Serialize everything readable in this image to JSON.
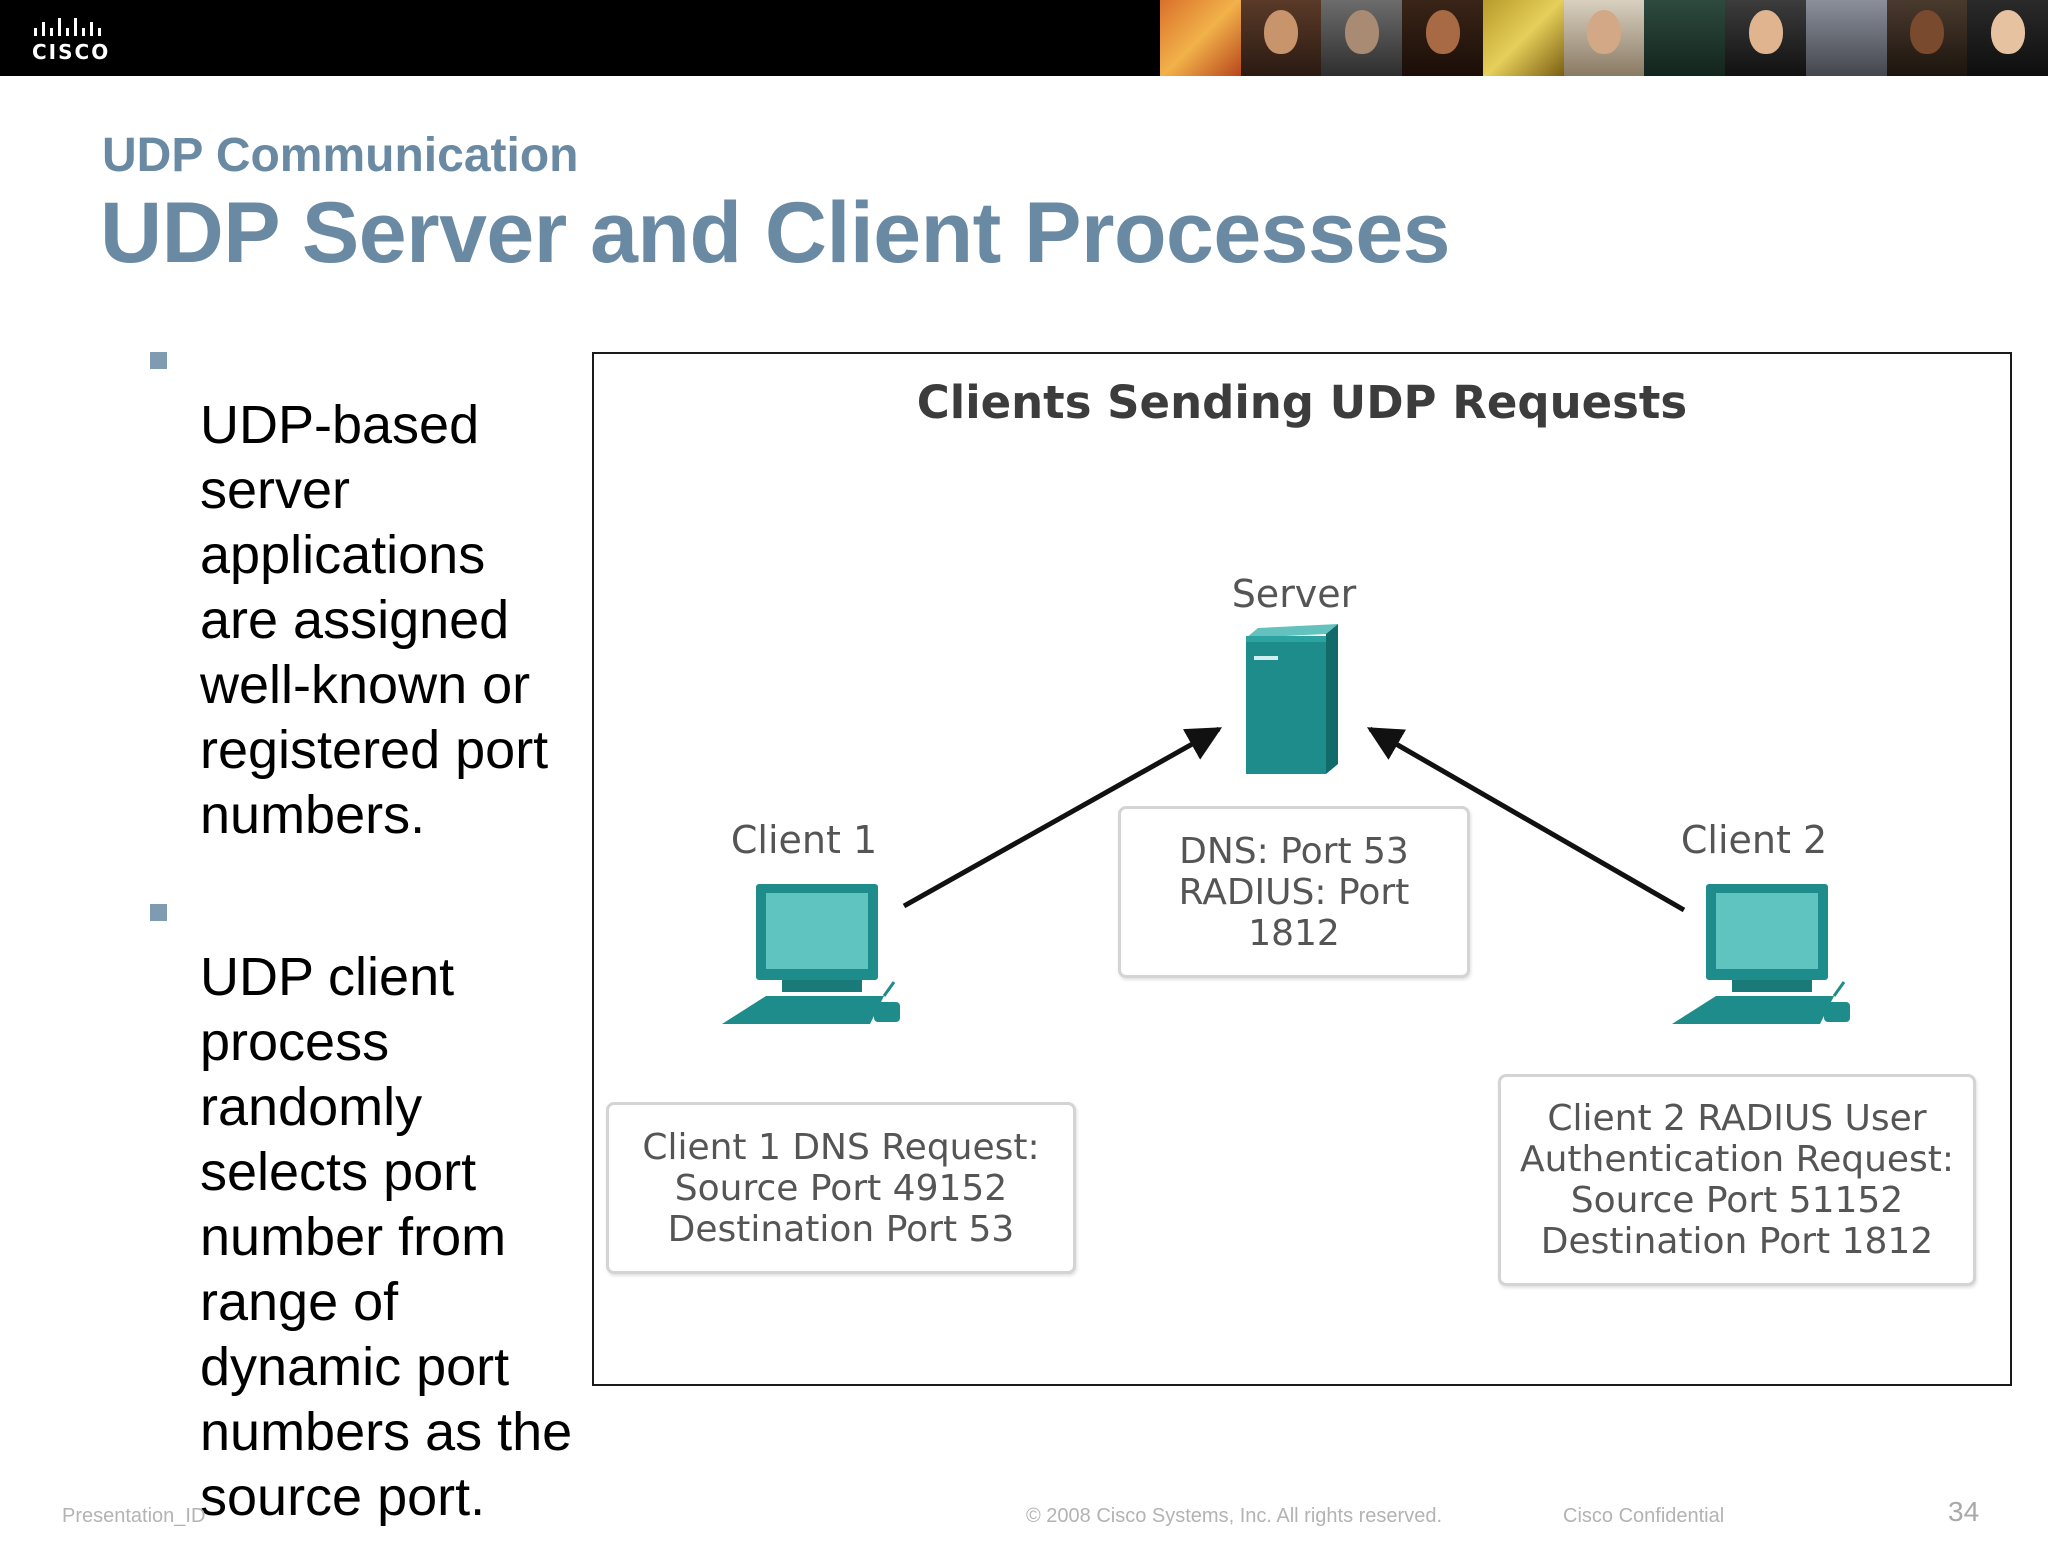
{
  "header": {
    "logo_text": "CISCO",
    "brand_color": "#000000"
  },
  "slide": {
    "subtitle": "UDP Communication",
    "title": "UDP Server and Client Processes",
    "title_color": "#6a8aa4",
    "bullets": [
      "UDP-based\nserver\napplications\nare assigned\nwell-known or\nregistered port\nnumbers.",
      "UDP client\nprocess\nrandomly\nselects port\nnumber from\nrange of\ndynamic port\nnumbers as the\nsource port."
    ]
  },
  "figure": {
    "title": "Clients Sending UDP Requests",
    "server_label": "Server",
    "client1_label": "Client 1",
    "client2_label": "Client 2",
    "device_color": "#1f8c8c",
    "server_box": [
      "DNS: Port 53",
      "RADIUS: Port",
      "1812"
    ],
    "client1_box": [
      "Client 1 DNS Request:",
      "Source Port 49152",
      "Destination Port 53"
    ],
    "client2_box": [
      "Client 2 RADIUS User",
      "Authentication Request:",
      "Source Port 51152",
      "Destination Port 1812"
    ]
  },
  "footer": {
    "presentation_id": "Presentation_ID",
    "copyright": "© 2008 Cisco Systems, Inc. All rights reserved.",
    "confidential": "Cisco Confidential",
    "page_number": "34"
  }
}
